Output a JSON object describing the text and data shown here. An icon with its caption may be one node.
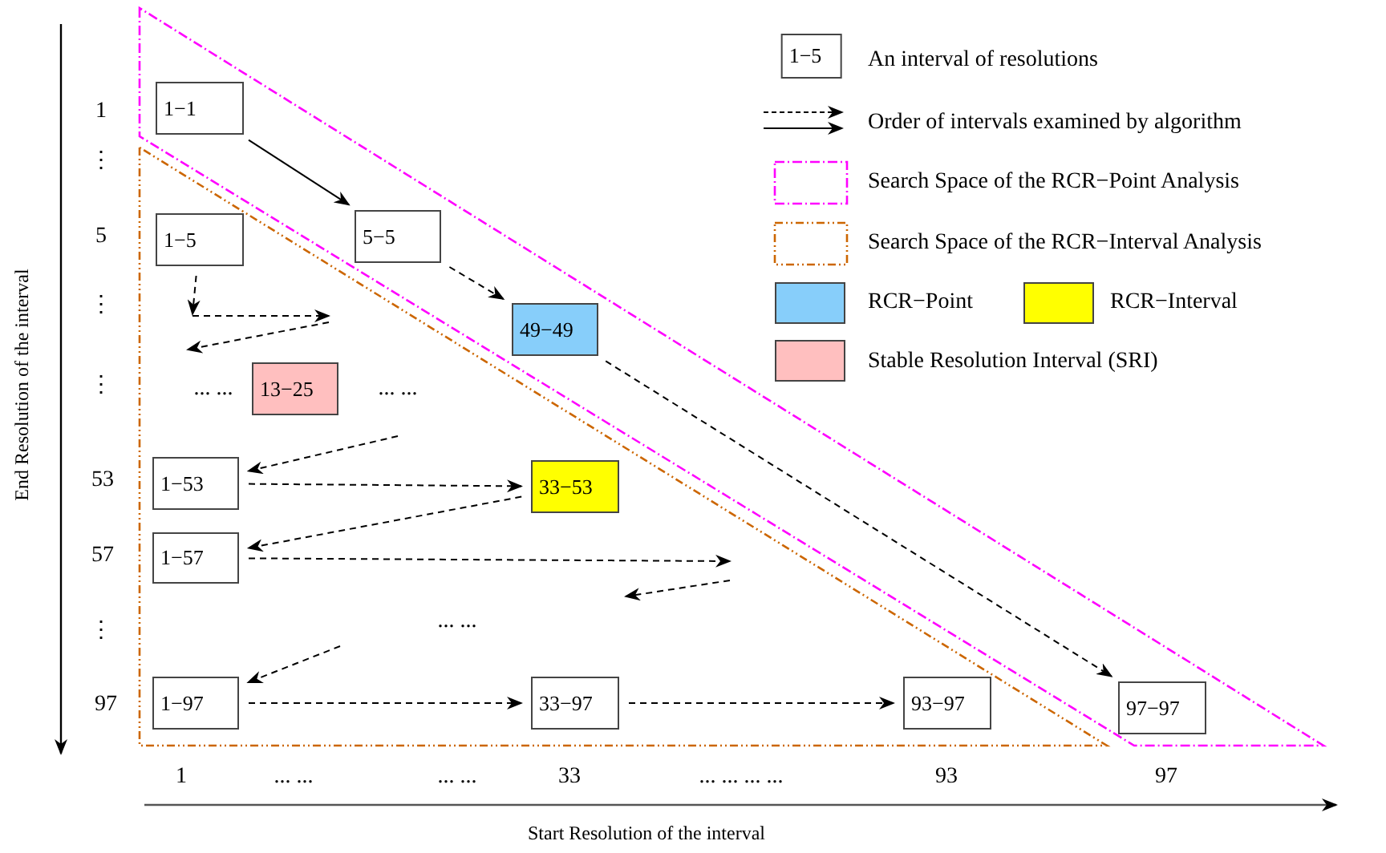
{
  "diagram": {
    "nodes": [
      {
        "text": [],
        "shape": "triangle"
      },
      {
        "text": [
          "1−1"
        ],
        "in": 0
      },
      {
        "text": [],
        "shape": "triangle"
      },
      {
        "text": [
          "1−5"
        ],
        "in": 2
      },
      {
        "text": [
          "5−5"
        ],
        "in": 0
      },
      {
        "text": [
          "49−49"
        ],
        "in": 0
      },
      {
        "text": [
          "13−25"
        ],
        "in": 2
      },
      {
        "text": [
          "1−53"
        ],
        "in": 2
      },
      {
        "text": [
          "33−53"
        ],
        "in": 2
      },
      {
        "text": [
          "1−57"
        ],
        "in": 2
      },
      {
        "text": [
          "1−97"
        ],
        "in": 2
      },
      {
        "text": [
          "33−97"
        ],
        "in": 2
      },
      {
        "text": [
          "93−97"
        ],
        "in": 2
      },
      {
        "text": [
          "97−97"
        ],
        "in": 0
      }
    ],
    "edges": [
      {
        "from": 1,
        "to": 4,
        "arrow": "to"
      },
      {
        "from": 4,
        "to": 5,
        "arrow": "to",
        "style": "dashed"
      },
      {
        "from": 5,
        "to": 13,
        "arrow": "to",
        "style": "dashed"
      },
      {
        "from": 3,
        "to": null,
        "arrow": "to",
        "style": "dashed"
      },
      {
        "from": null,
        "to": 7,
        "arrow": "to",
        "style": "dashed"
      },
      {
        "from": 7,
        "to": 8,
        "arrow": "to",
        "style": "dashed"
      },
      {
        "from": 8,
        "to": 9,
        "arrow": "to",
        "style": "dashed"
      },
      {
        "from": 9,
        "to": null,
        "arrow": "to",
        "style": "dashed"
      },
      {
        "from": null,
        "to": 10,
        "arrow": "to",
        "style": "dashed"
      },
      {
        "from": 10,
        "to": 11,
        "arrow": "to",
        "style": "dashed"
      },
      {
        "from": 11,
        "to": 12,
        "arrow": "to",
        "style": "dashed"
      }
    ],
    "labels": [
      "1−5",
      "1",
      "⋮",
      "5",
      "⋮",
      "⋮",
      "... ...",
      "... ...",
      "53",
      "57",
      "⋮",
      "... ...",
      "97",
      "1",
      "... ...",
      "... ...",
      "33",
      "... ... ... ...",
      "93",
      "97",
      "End Resolution of the interval",
      "Start Resolution of the interval"
    ],
    "legend": [
      {
        "text": "An interval of resolutions"
      },
      {
        "text": "Order of intervals examined by algorithm"
      },
      {
        "text": "Search Space of the RCR−Point Analysis"
      },
      {
        "text": "Search Space of the RCR−Interval Analysis"
      },
      {
        "text": "RCR−Point",
        "color": "#87cefa"
      },
      {
        "text": "RCR−Interval",
        "color": "#ffff00"
      },
      {
        "text": "Stable Resolution Interval (SRI)",
        "color": "#ffbfbf"
      }
    ]
  }
}
